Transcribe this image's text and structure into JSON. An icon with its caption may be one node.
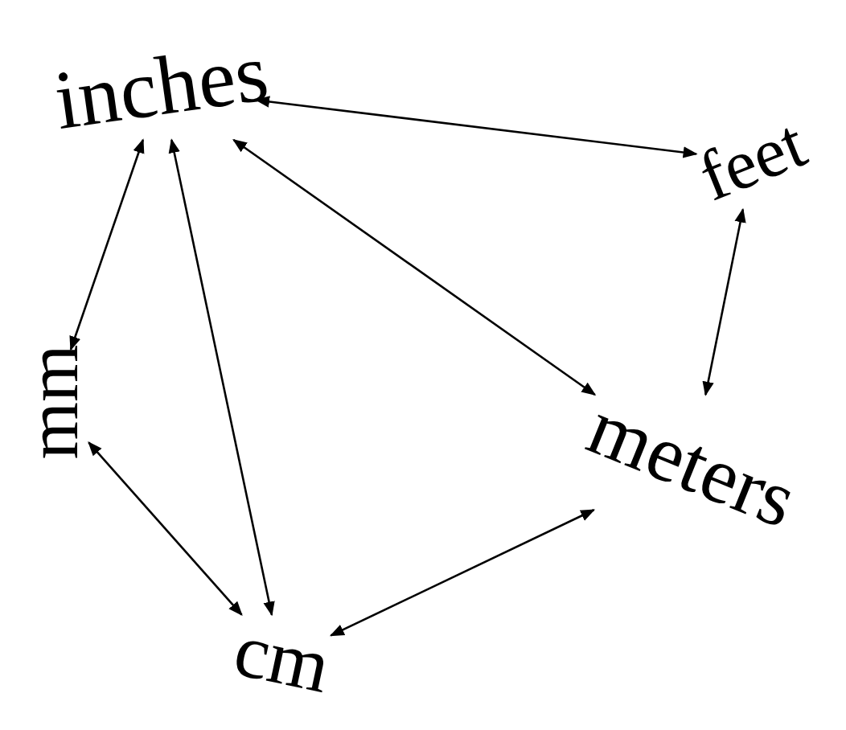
{
  "diagram": {
    "nodes": [
      {
        "text": [
          "inches"
        ]
      },
      {
        "text": [
          "feet"
        ]
      },
      {
        "text": [
          "mm"
        ]
      },
      {
        "text": [
          "meters"
        ]
      },
      {
        "text": [
          "cm"
        ]
      }
    ],
    "edges": [
      {
        "from": 0,
        "to": 1,
        "arrow": "both"
      },
      {
        "from": 0,
        "to": 2,
        "arrow": "both"
      },
      {
        "from": 0,
        "to": 4,
        "arrow": "both"
      },
      {
        "from": 0,
        "to": 3,
        "arrow": "both"
      },
      {
        "from": 1,
        "to": 3,
        "arrow": "both"
      },
      {
        "from": 2,
        "to": 4,
        "arrow": "both"
      },
      {
        "from": 4,
        "to": 3,
        "arrow": "both"
      }
    ]
  }
}
